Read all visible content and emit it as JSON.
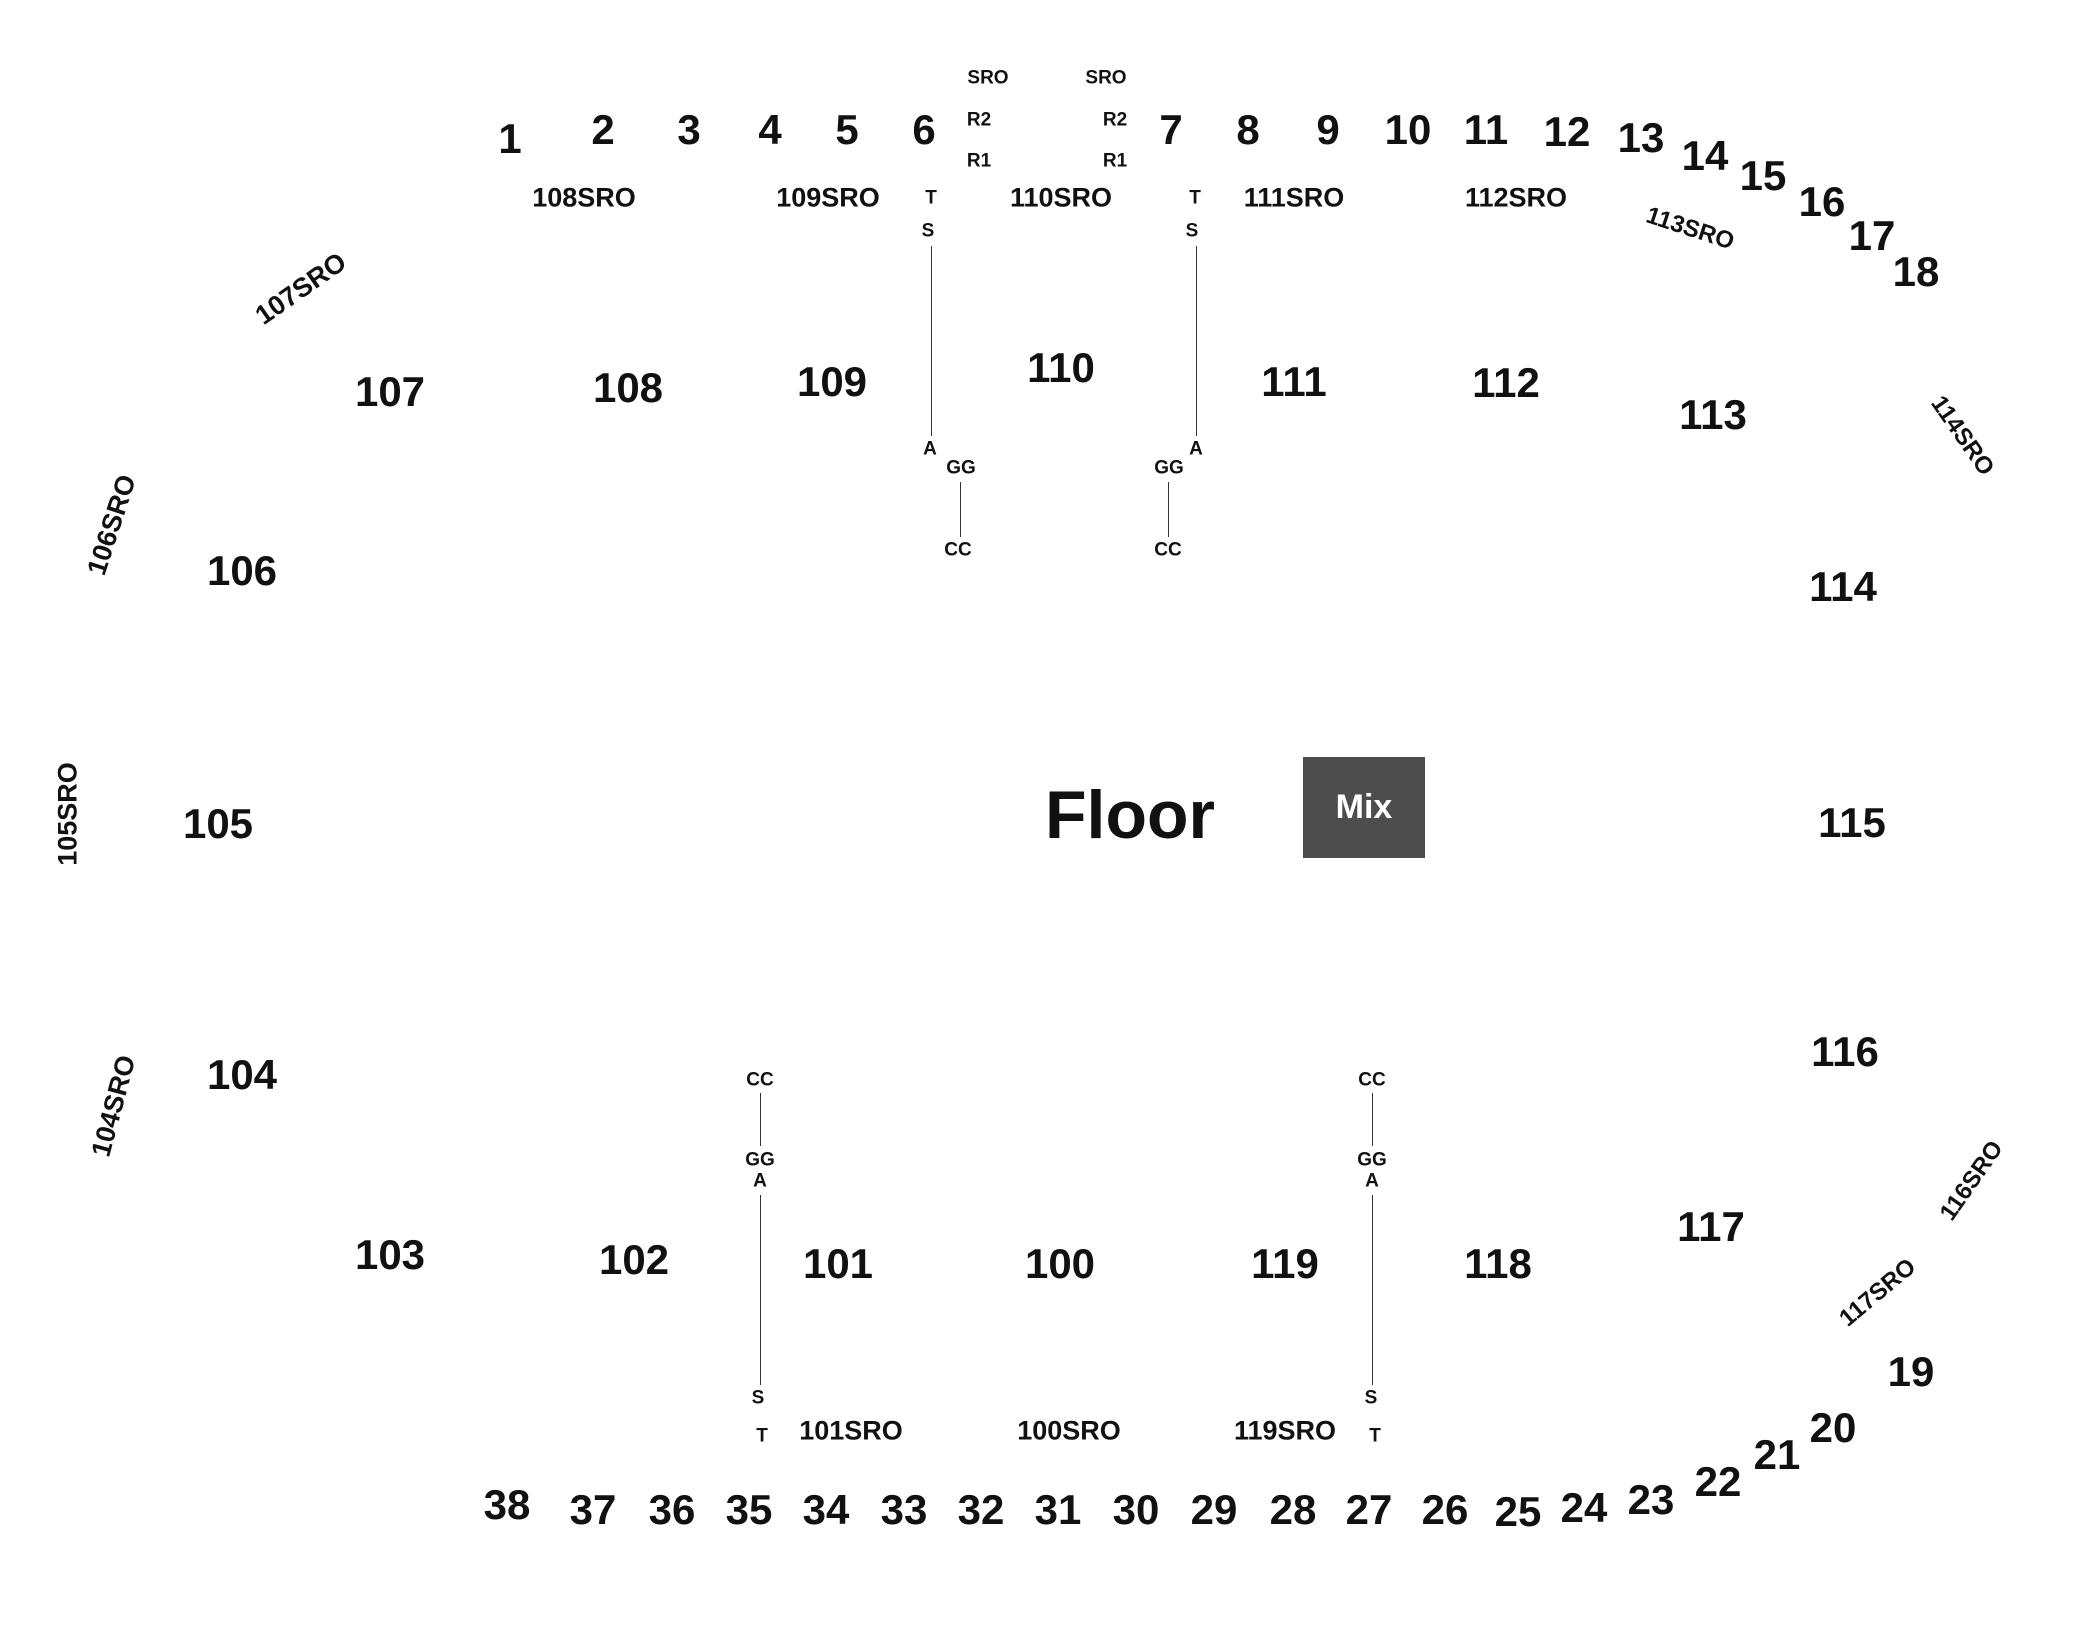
{
  "map": {
    "floor_label": "Floor",
    "mix_label": "Mix",
    "sections": [
      {
        "label": "100"
      },
      {
        "label": "101"
      },
      {
        "label": "102"
      },
      {
        "label": "103"
      },
      {
        "label": "104"
      },
      {
        "label": "105"
      },
      {
        "label": "106"
      },
      {
        "label": "107"
      },
      {
        "label": "108"
      },
      {
        "label": "109"
      },
      {
        "label": "110"
      },
      {
        "label": "111"
      },
      {
        "label": "112"
      },
      {
        "label": "113"
      },
      {
        "label": "114"
      },
      {
        "label": "115"
      },
      {
        "label": "116"
      },
      {
        "label": "117"
      },
      {
        "label": "118"
      },
      {
        "label": "119"
      }
    ],
    "sro_sections": [
      {
        "label": "100SRO"
      },
      {
        "label": "101SRO"
      },
      {
        "label": "104SRO"
      },
      {
        "label": "105SRO"
      },
      {
        "label": "106SRO"
      },
      {
        "label": "107SRO"
      },
      {
        "label": "108SRO"
      },
      {
        "label": "109SRO"
      },
      {
        "label": "110SRO"
      },
      {
        "label": "111SRO"
      },
      {
        "label": "112SRO"
      },
      {
        "label": "113SRO"
      },
      {
        "label": "114SRO"
      },
      {
        "label": "116SRO"
      },
      {
        "label": "117SRO"
      },
      {
        "label": "119SRO"
      }
    ],
    "top_rows": [
      "1",
      "2",
      "3",
      "4",
      "5",
      "6",
      "7",
      "8",
      "9",
      "10",
      "11",
      "12",
      "13",
      "14",
      "15",
      "16",
      "17",
      "18"
    ],
    "bottom_rows": [
      "19",
      "20",
      "21",
      "22",
      "23",
      "24",
      "25",
      "26",
      "27",
      "28",
      "29",
      "30",
      "31",
      "32",
      "33",
      "34",
      "35",
      "36",
      "37",
      "38"
    ],
    "minor_labels": [
      {
        "label": "SRO"
      },
      {
        "label": "R2"
      },
      {
        "label": "R1"
      },
      {
        "label": "SRO"
      },
      {
        "label": "R2"
      },
      {
        "label": "R1"
      },
      {
        "label": "T"
      },
      {
        "label": "S"
      },
      {
        "label": "A"
      },
      {
        "label": "GG"
      },
      {
        "label": "CC"
      },
      {
        "label": "T"
      },
      {
        "label": "S"
      },
      {
        "label": "A"
      },
      {
        "label": "GG"
      },
      {
        "label": "CC"
      },
      {
        "label": "CC"
      },
      {
        "label": "GG"
      },
      {
        "label": "A"
      },
      {
        "label": "S"
      },
      {
        "label": "T"
      },
      {
        "label": "CC"
      },
      {
        "label": "GG"
      },
      {
        "label": "A"
      },
      {
        "label": "S"
      },
      {
        "label": "T"
      }
    ]
  }
}
